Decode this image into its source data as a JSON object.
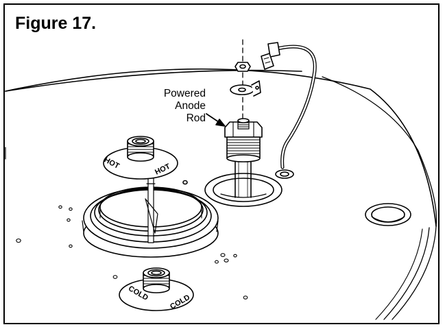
{
  "figure": {
    "title": "Figure 17.",
    "callout": {
      "line1": "Powered",
      "line2": "Anode",
      "line3": "Rod"
    },
    "fittings": {
      "hot": {
        "left_text": "HOT",
        "right_text": "HOT"
      },
      "cold": {
        "left_text": "COLD",
        "right_text": "COLD"
      }
    }
  },
  "colors": {
    "line": "#000000",
    "background": "#ffffff",
    "shade": "#bdbdbd"
  }
}
